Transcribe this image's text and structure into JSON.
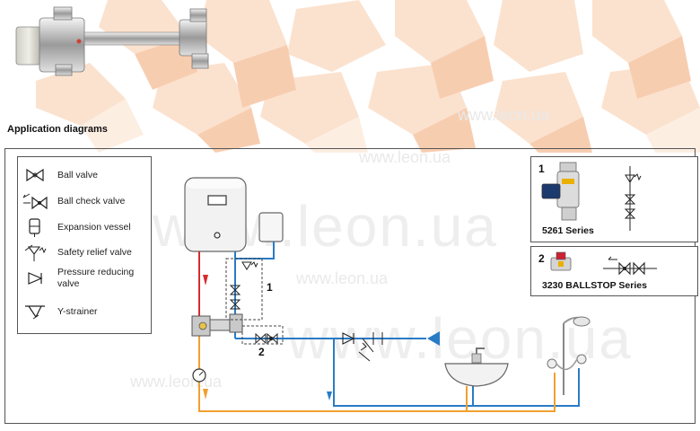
{
  "header": {
    "section_title": "Application diagrams"
  },
  "watermarks": [
    "www.leon.ua"
  ],
  "legend": {
    "items": [
      {
        "label": "Ball valve",
        "icon": "ball-valve-icon"
      },
      {
        "label": "Ball check valve",
        "icon": "ball-check-valve-icon"
      },
      {
        "label": "Expansion vessel",
        "icon": "expansion-vessel-icon"
      },
      {
        "label": "Safety relief valve",
        "icon": "safety-relief-valve-icon"
      },
      {
        "label": "Pressure reducing valve",
        "icon": "pressure-reducing-valve-icon"
      },
      {
        "label": "Y-strainer",
        "icon": "y-strainer-icon"
      }
    ]
  },
  "details": [
    {
      "number": "1",
      "series": "5261 Series"
    },
    {
      "number": "2",
      "series": "3230 BALLSTOP Series"
    }
  ],
  "callouts": [
    "1",
    "2"
  ],
  "colors": {
    "hot": "#d62b2b",
    "cold": "#2a7bc6",
    "mixed": "#f0a030",
    "pattern": "#f6c7a8"
  }
}
